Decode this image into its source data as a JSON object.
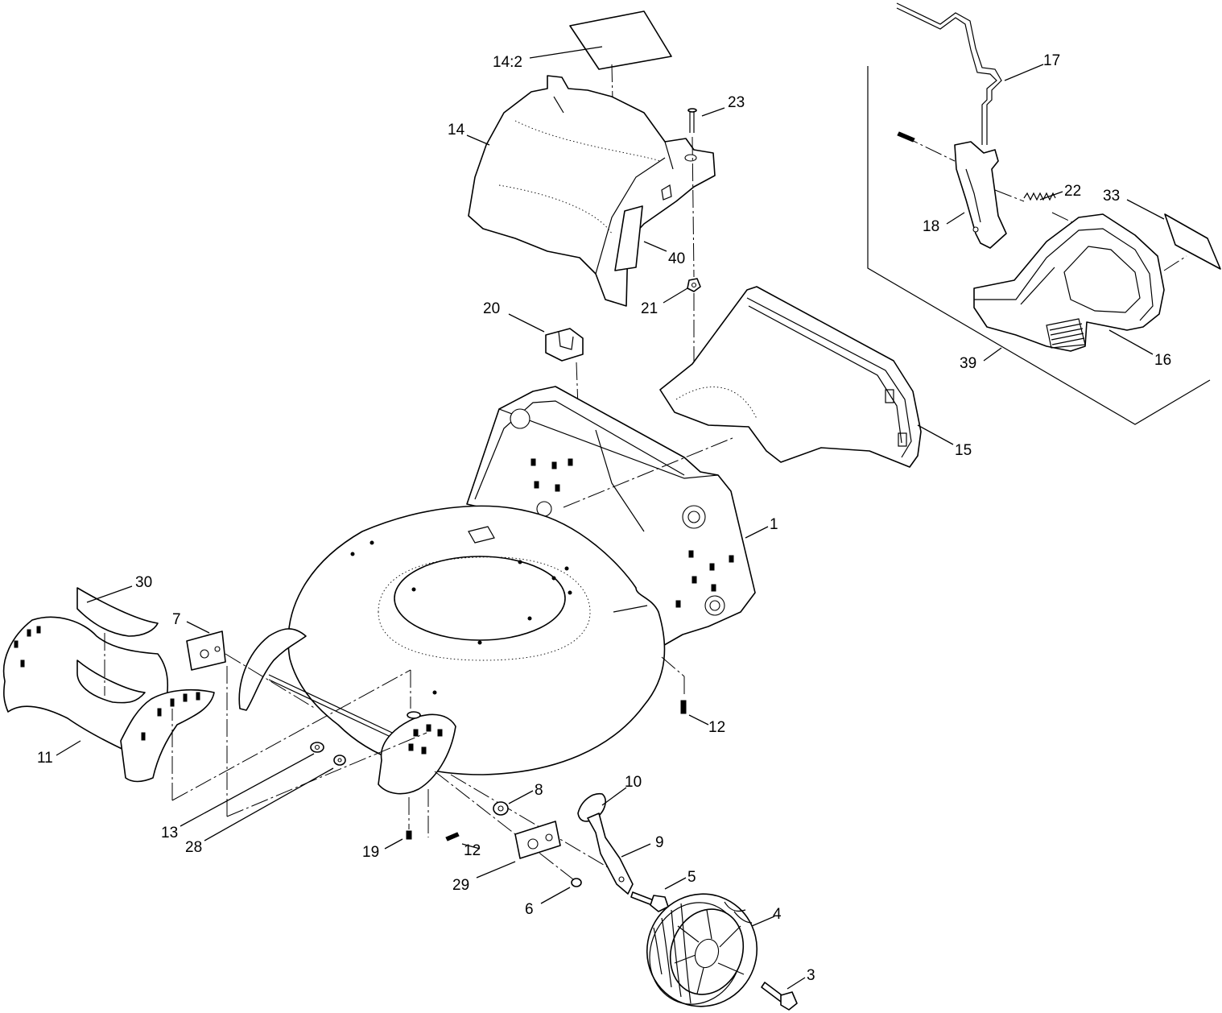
{
  "callouts": {
    "c1": "1",
    "c3": "3",
    "c4": "4",
    "c5": "5",
    "c6": "6",
    "c7": "7",
    "c8": "8",
    "c9": "9",
    "c10": "10",
    "c11": "11",
    "c12a": "12",
    "c12b": "12",
    "c13": "13",
    "c14": "14",
    "c14_2": "14:2",
    "c15": "15",
    "c16": "16",
    "c17": "17",
    "c18": "18",
    "c19": "19",
    "c20": "20",
    "c21": "21",
    "c22": "22",
    "c23": "23",
    "c28": "28",
    "c29": "29",
    "c30": "30",
    "c33": "33",
    "c39": "39",
    "c40": "40"
  }
}
